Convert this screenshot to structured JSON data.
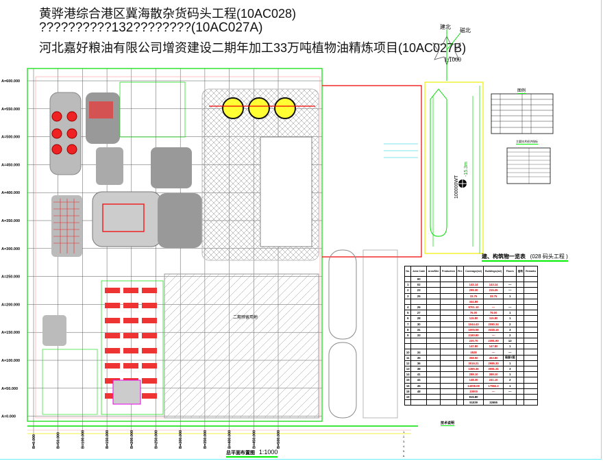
{
  "titles": {
    "line1": "黄骅港综合港区冀海散杂货码头工程(10AC028)",
    "line2": "??????????132????????(10AC027A)",
    "line3": "河北嘉好粮油有限公司增资建设二期年加工33万吨植物油精炼项目(10AC027B)"
  },
  "compass": {
    "true_north": "建北",
    "magnetic_north": "磁北",
    "scale": "1:1000"
  },
  "axes": {
    "a_labels": [
      "A=600.000",
      "A=550.000",
      "A=500.000",
      "A=450.000",
      "A=400.000",
      "A=350.000",
      "A=300.000",
      "A=250.000",
      "A=200.000",
      "A=150.000",
      "A=100.000",
      "A=50.000",
      "A=0.000"
    ],
    "b_labels": [
      "B=0.000",
      "B=50.000",
      "B=100.000",
      "B=150.000",
      "B=200.000",
      "B=250.000",
      "B=300.000",
      "B=350.000",
      "B=400.000",
      "B=450.000",
      "B=500.000"
    ]
  },
  "plan": {
    "title": "总平面布置图",
    "scale": "1:1000",
    "berth_label": "100000WT",
    "depth_label": "-15.3m",
    "yard_label": "二期预留用地"
  },
  "schedule": {
    "title": "(028 码头工程 )",
    "heading": "建、构筑物一览表",
    "columns": [
      "No.",
      "Area Code",
      "Area/Site",
      "Production",
      "Fire",
      "Coverage(m2)",
      "Buildings(m2)",
      "Floors",
      "结构",
      "Remarks"
    ],
    "rows": [
      {
        "no": "",
        "code": "00",
        "cover": "",
        "build": "",
        "floors": ""
      },
      {
        "no": "1",
        "code": "02",
        "cover": "143.14",
        "build": "143.14",
        "floors": "—"
      },
      {
        "no": "2",
        "code": "23",
        "cover": "299.30",
        "build": "215.25",
        "floors": "—"
      },
      {
        "no": "3",
        "code": "25",
        "cover": "33.75",
        "build": "33.75",
        "floors": "1"
      },
      {
        "no": "",
        "code": "",
        "cover": "344.89",
        "build": "",
        "floors": ""
      },
      {
        "no": "4",
        "code": "26",
        "cover": "8701.10",
        "build": "—",
        "floors": "—"
      },
      {
        "no": "5",
        "code": "27",
        "cover": "76.00",
        "build": "76.00",
        "floors": "1"
      },
      {
        "no": "6",
        "code": "28",
        "cover": "115.80",
        "build": "115.80",
        "floors": "1"
      },
      {
        "no": "7",
        "code": "30",
        "cover": "1044.43",
        "build": "2080.34",
        "floors": "2"
      },
      {
        "no": "8",
        "code": "31",
        "cover": "1005.58",
        "build": "3418.16",
        "floors": "3"
      },
      {
        "no": "9",
        "code": "33",
        "cover": "2180.80",
        "build": "—",
        "floors": "2"
      },
      {
        "no": "",
        "code": "",
        "cover": "220.70",
        "build": "2391.90",
        "floors": "12"
      },
      {
        "no": "",
        "code": "",
        "cover": "147.80",
        "build": "147.80",
        "floors": "1"
      },
      {
        "no": "10",
        "code": "34",
        "cover": "4528",
        "build": "—",
        "floors": "—"
      },
      {
        "no": "11",
        "code": "35",
        "cover": "358.50",
        "build": "453.80",
        "floors": "局部2层"
      },
      {
        "no": "12",
        "code": "36",
        "cover": "3016.21",
        "build": "2985.30",
        "floors": "1"
      },
      {
        "no": "13",
        "code": "38",
        "cover": "1385.46",
        "build": "3081.31",
        "floors": "3"
      },
      {
        "no": "14",
        "code": "41",
        "cover": "288.10",
        "build": "288.10",
        "floors": "1"
      },
      {
        "no": "15",
        "code": "44",
        "cover": "148.30",
        "build": "241.10",
        "floors": "2"
      },
      {
        "no": "16",
        "code": "45",
        "cover": "14008.08",
        "build": "17682.2",
        "floors": "1"
      },
      {
        "no": "18",
        "code": "48",
        "cover": "10000",
        "build": "—",
        "floors": "—"
      },
      {
        "no": "19",
        "code": "",
        "cover": "815.80",
        "build": "",
        "floors": ""
      },
      {
        "no": "",
        "code": "",
        "cover": "51039",
        "build": "32655",
        "floors": ""
      }
    ],
    "notes_title": "技术说明",
    "notes": [
      "1.",
      "2.",
      "3.",
      "4.",
      "5.",
      "6."
    ]
  },
  "legend": {
    "title": "图例",
    "table_title": "主要技术经济指标"
  }
}
